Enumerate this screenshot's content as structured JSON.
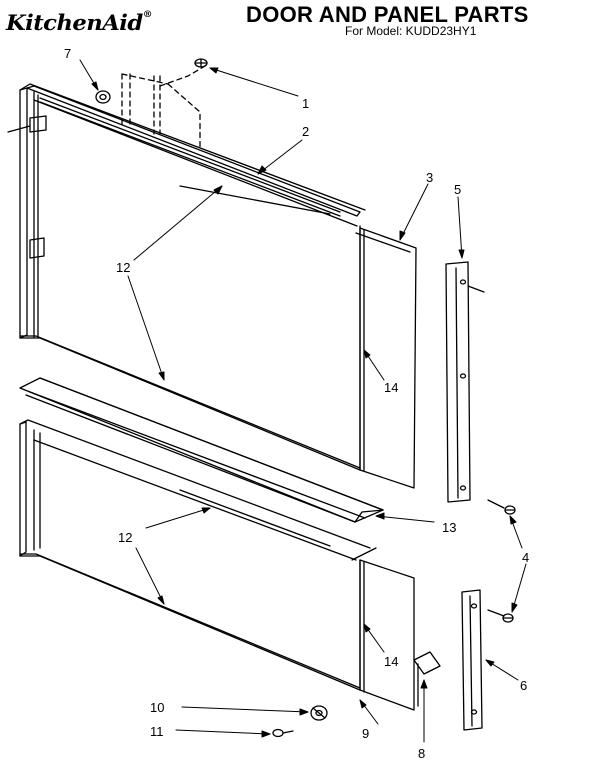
{
  "header": {
    "brand": "KitchenAid",
    "brand_mark": "®",
    "title": "DOOR AND PANEL PARTS",
    "subtitle": "For Model: KUDD23HY1"
  },
  "callouts": {
    "c1": "1",
    "c2": "2",
    "c3": "3",
    "c4": "4",
    "c5": "5",
    "c6": "6",
    "c7": "7",
    "c8": "8",
    "c9": "9",
    "c10": "10",
    "c11": "11",
    "c12_top": "12",
    "c12_bottom": "12",
    "c13": "13",
    "c14_top": "14",
    "c14_bottom": "14"
  }
}
